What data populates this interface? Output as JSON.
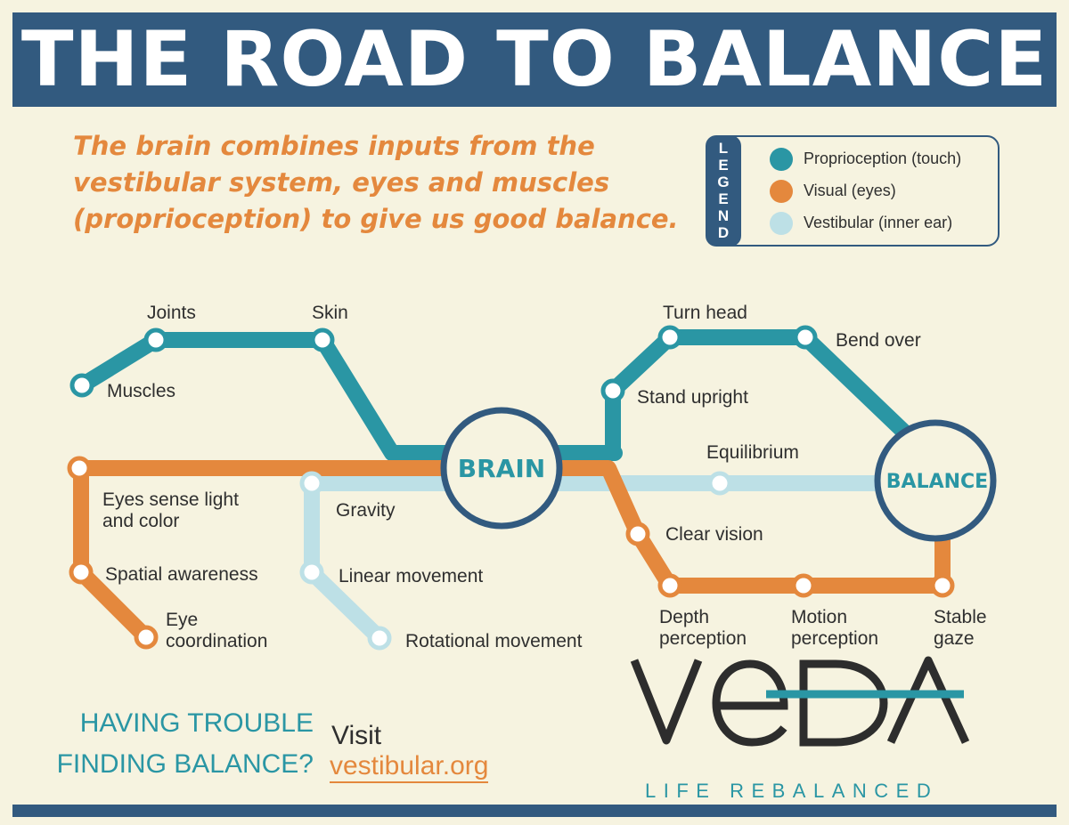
{
  "title": "THE ROAD TO BALANCE",
  "tagline": "The brain combines inputs from the vestibular system, eyes and muscles (proprioception) to give us good balance.",
  "legend": {
    "letters": [
      "L",
      "E",
      "G",
      "E",
      "N",
      "D"
    ],
    "items": [
      {
        "label": "Proprioception (touch)",
        "color": "#2a96a4"
      },
      {
        "label": "Visual (eyes)",
        "color": "#e4883d"
      },
      {
        "label": "Vestibular (inner ear)",
        "color": "#bde0e6"
      }
    ]
  },
  "hubs": {
    "brain": "BRAIN",
    "balance": "BALANCE"
  },
  "stations": {
    "muscles": "Muscles",
    "joints": "Joints",
    "skin": "Skin",
    "stand_upright": "Stand upright",
    "turn_head": "Turn head",
    "bend_over": "Bend over",
    "eyes_sense": [
      "Eyes sense light",
      "and color"
    ],
    "spatial_awareness": "Spatial awareness",
    "eye_coordination": [
      "Eye",
      "coordination"
    ],
    "gravity": "Gravity",
    "linear_movement": "Linear movement",
    "rotational_movement": "Rotational movement",
    "equilibrium": "Equilibrium",
    "clear_vision": "Clear vision",
    "depth_perception": [
      "Depth",
      "perception"
    ],
    "motion_perception": [
      "Motion",
      "perception"
    ],
    "stable_gaze": [
      "Stable",
      "gaze"
    ]
  },
  "colors": {
    "proprioception": "#2a96a4",
    "visual": "#e4883d",
    "vestibular": "#bde0e6",
    "navy": "#325a7f"
  },
  "footer": {
    "trouble_line1": "HAVING TROUBLE",
    "trouble_line2": "FINDING BALANCE?",
    "visit": "Visit",
    "url": "vestibular.org",
    "logo_text": "veDA",
    "slogan": "LIFE REBALANCED"
  }
}
